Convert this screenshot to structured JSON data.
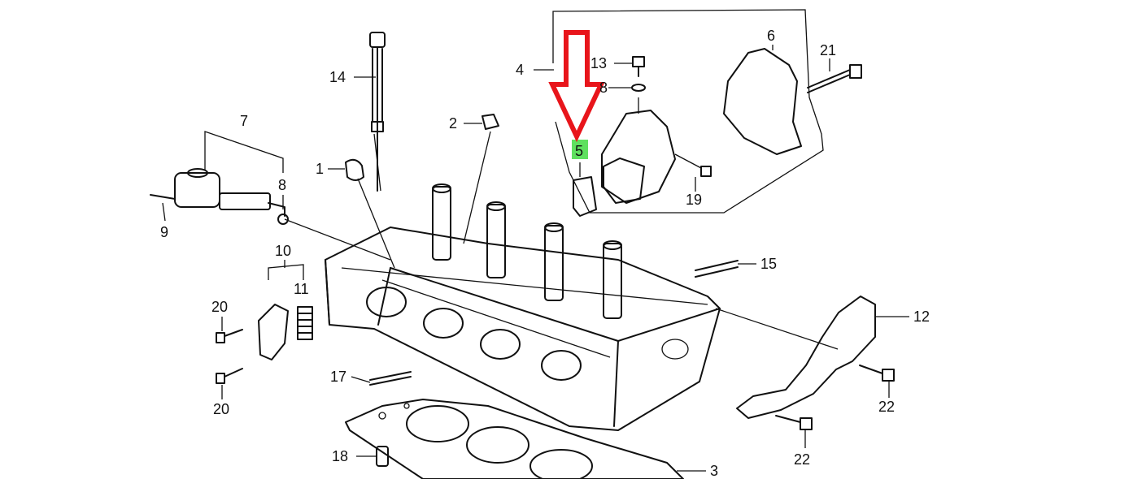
{
  "callouts": {
    "c1": "1",
    "c2": "2",
    "c3": "3",
    "c4": "4",
    "c5": "5",
    "c6": "6",
    "c7": "7",
    "c8a": "8",
    "c8b": "8",
    "c9": "9",
    "c10": "10",
    "c11": "11",
    "c12": "12",
    "c13": "13",
    "c14": "14",
    "c15": "15",
    "c17": "17",
    "c18": "18",
    "c19": "19",
    "c20a": "20",
    "c20b": "20",
    "c21": "21",
    "c22a": "22",
    "c22b": "22"
  },
  "colors": {
    "arrow": "#e8151b",
    "highlight": "#5fe05f",
    "ink": "#111111"
  }
}
